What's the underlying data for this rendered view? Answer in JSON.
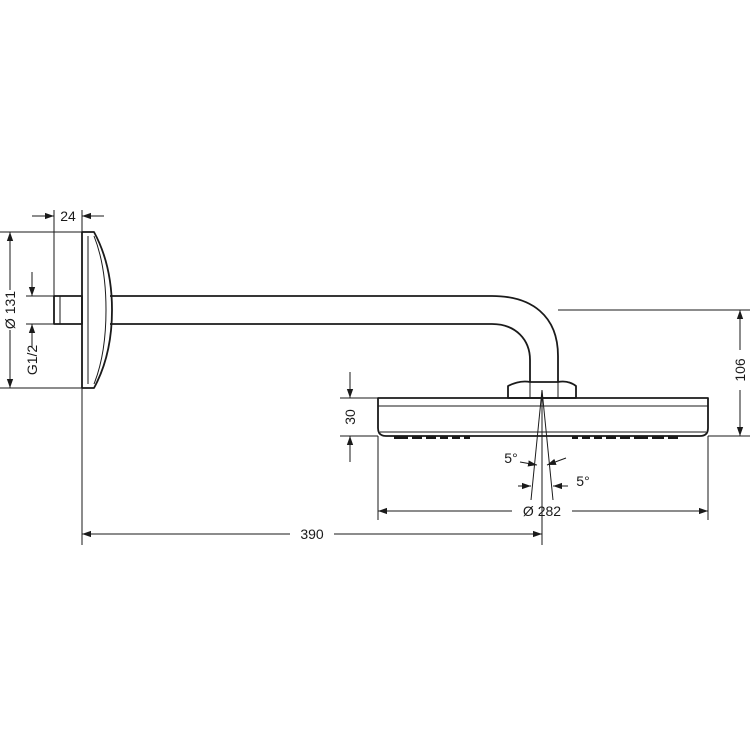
{
  "dimensions": {
    "wall_plate_depth": "24",
    "wall_plate_diameter": "Ø 131",
    "thread": "G1/2",
    "head_height": "30",
    "head_diameter": "Ø 282",
    "projection": "390",
    "drop_height": "106",
    "tilt_angle_left": "5°",
    "tilt_angle_right": "5°"
  }
}
